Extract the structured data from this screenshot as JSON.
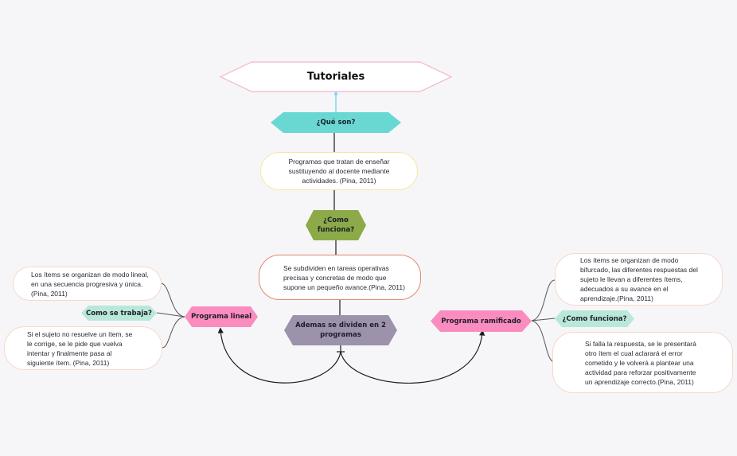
{
  "title": "Tutoriales",
  "nodes": {
    "que_son": "¿Qué son?",
    "que_son_text": "Programas que tratan de enseñar sustituyendo al docente mediante actividades. (Pina, 2011)",
    "como_funciona": "¿Como funciona?",
    "como_funciona_text": "Se subdividen en tareas operativas precisas y concretas de modo que supone un pequeño avance.(Pina, 2011)",
    "dividen": "Ademas se dividen en 2 programas",
    "lineal": {
      "label": "Programa lineal",
      "como_trabaja": "Como se trabaja?",
      "text1": "Los ítems se organizan de modo lineal, en una secuencia progresiva y única.(Pina, 2011)",
      "text2": "Si el sujeto no resuelve un ítem, se le corrige, se le pide que vuelva intentar y finalmente pasa al siguiente ítem. (Pina, 2011)"
    },
    "ramificado": {
      "label": "Programa ramificado",
      "como_funciona": "¿Como funciona?",
      "text1": "Los ítems se organizan de modo bifurcado, las diferentes respuestas del sujeto le llevan a diferentes ítems, adecuados a su avance en el aprendizaje.(Pina, 2011)",
      "text2": "Si falla la respuesta, se le presentará otro ítem el cual aclarará el error cometido y le volverá a plantear una actividad para reforzar positivamente un aprendizaje correcto.(Pina, 2011)"
    }
  },
  "colors": {
    "background": "#f6f6f9",
    "title_border": "#f5b5c8",
    "teal": "#6ad8d2",
    "olive": "#8caa48",
    "purple": "#9c92ac",
    "pink": "#fb8cc0",
    "mint": "#b9e8d8",
    "note_yellow": "#f6e6a0",
    "note_orange": "#e08a6e",
    "note_peach": "#f6d8c8",
    "connector": "#1a1a1a",
    "connector_grey": "#555555",
    "title_stem": "#7fd6ec"
  }
}
